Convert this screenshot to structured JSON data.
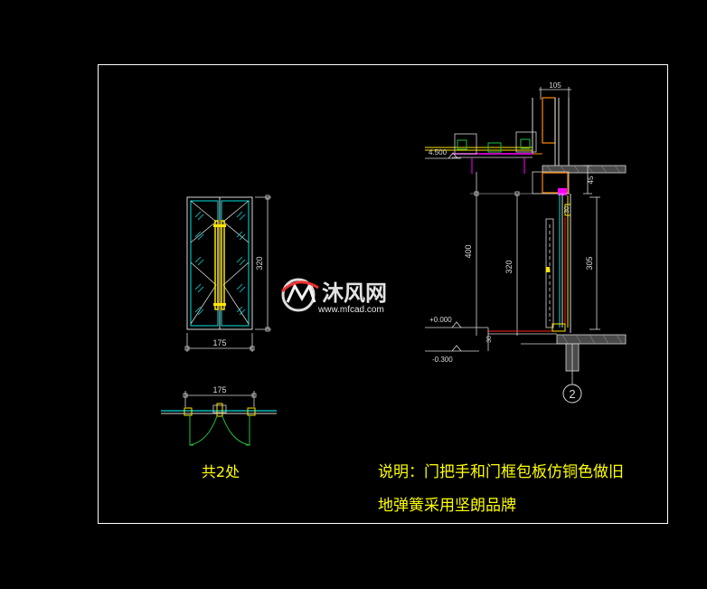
{
  "colors": {
    "background": "#000000",
    "frame": "#ffffff",
    "line_white": "#d8d8d8",
    "line_cyan": "#00e0e0",
    "line_red": "#ff2020",
    "line_yellow": "#ffe600",
    "line_magenta": "#ff00ff",
    "line_green": "#20c040",
    "line_orange": "#ff8a00",
    "hatch_gray": "#8a8a8a",
    "note_yellow": "#ffff00"
  },
  "elevation": {
    "height_dim": "320",
    "width_dim": "175"
  },
  "plan": {
    "width_dim": "175",
    "count_label": "共2处"
  },
  "section": {
    "top_dim": "105",
    "level_high": "4.500",
    "level_zero": "+0.000",
    "level_low": "-0.300",
    "dim_total": "400",
    "dim_door": "320",
    "dim_glass": "305",
    "dim_head": "45",
    "dim_small": "30",
    "dim_sill": "30",
    "detail_no": "2"
  },
  "watermark": {
    "brand": "沐风网",
    "url": "www.mfcad.com"
  },
  "note": {
    "line1": "说明：门把手和门框包板仿铜色做旧",
    "line2": "地弹簧采用坚朗品牌"
  }
}
